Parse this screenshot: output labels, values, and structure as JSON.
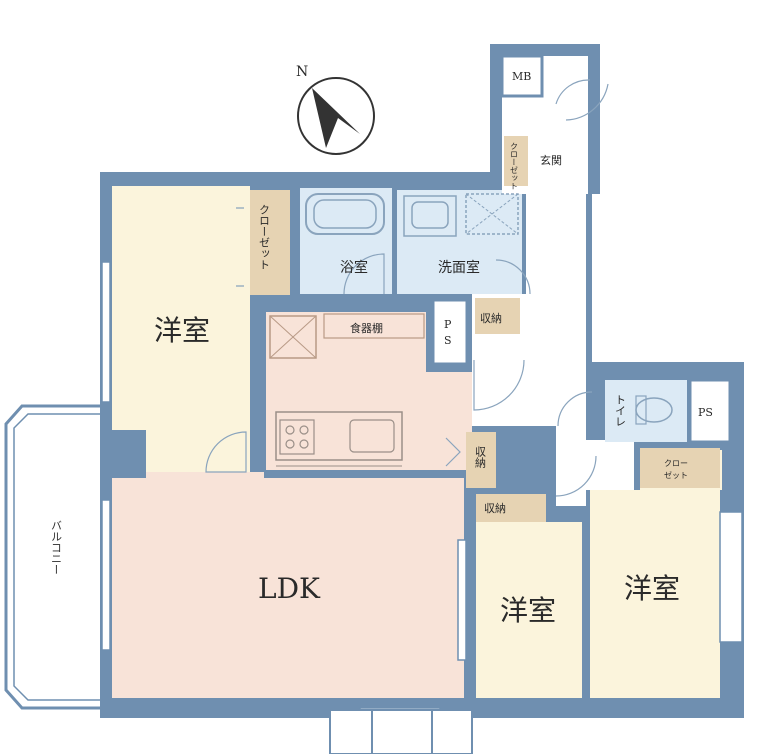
{
  "compass": {
    "north_label": "N"
  },
  "rooms": {
    "western_1": "洋室",
    "western_2": "洋室",
    "western_3": "洋室",
    "ldk": "LDK",
    "bath": "浴室",
    "washroom": "洗面室",
    "toilet": "トイレ",
    "entrance": "玄関",
    "balcony": "バルコニー"
  },
  "storage": {
    "closet_main": "クローゼット",
    "closet_entry": "クローゼット",
    "closet_right_line1": "クロー",
    "closet_right_line2": "ゼット",
    "dish_shelf": "食器棚",
    "storage_1": "収納",
    "storage_2": "収納",
    "storage_3": "収納"
  },
  "shafts": {
    "mb": "MB",
    "ps_1_line1": "P",
    "ps_1_line2": "S",
    "ps_2": "PS"
  },
  "colors": {
    "wall": "#6f8fb0",
    "western_room": "#fbf4dc",
    "ldk": "#f8e3d8",
    "wet_area": "#dceaf5",
    "storage": "#e6d3b3",
    "hall": "#ffffff"
  }
}
